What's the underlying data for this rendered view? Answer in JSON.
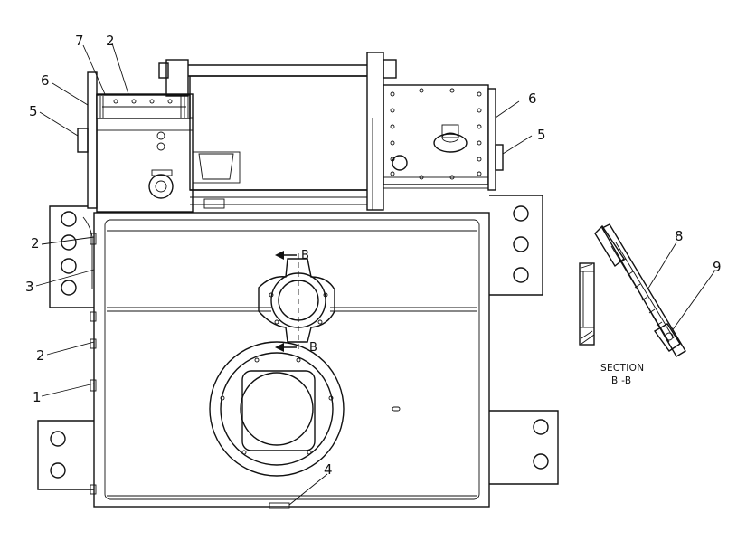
{
  "callouts": {
    "c7": "7",
    "c2_top": "2",
    "c6_left": "6",
    "c5_left": "5",
    "c6_right": "6",
    "c5_right": "5",
    "c2_mid": "2",
    "c3": "3",
    "c2_low": "2",
    "c1": "1",
    "c4": "4",
    "c8": "8",
    "c9": "9"
  },
  "section_marks": {
    "top": "B",
    "bottom": "B"
  },
  "section_view": {
    "line1": "SECTION",
    "line2": "B -B"
  }
}
